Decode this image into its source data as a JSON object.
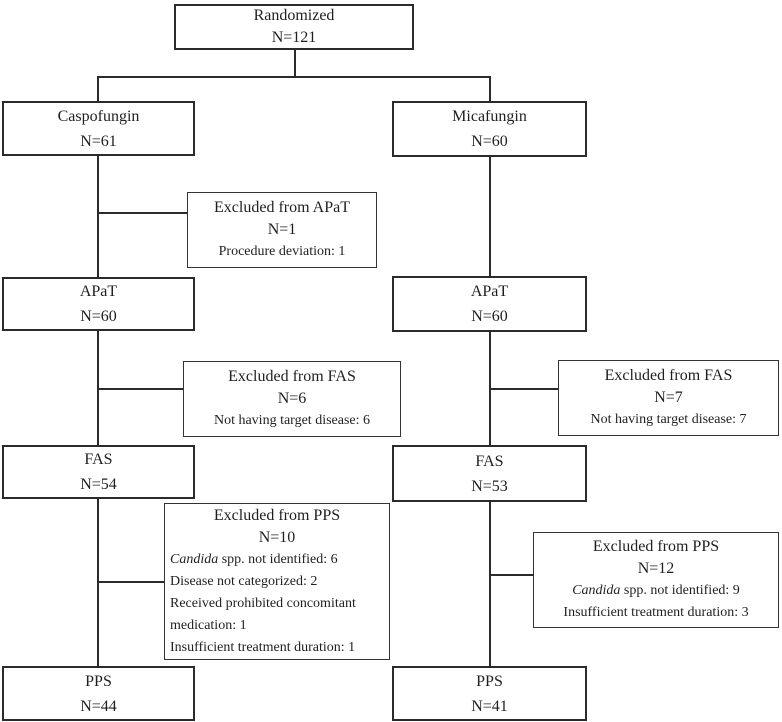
{
  "diagram_title": "Participant disposition flow (CONSORT-style)",
  "colors": {
    "background": "#ffffff",
    "line": "#2b2b2b",
    "text": "#1f1f1f"
  },
  "nodes": {
    "randomized": {
      "label": "Randomized",
      "n": "N=121"
    },
    "caspofungin": {
      "label": "Caspofungin",
      "n": "N=61"
    },
    "micafungin": {
      "label": "Micafungin",
      "n": "N=60"
    },
    "excl_apat_left": {
      "label": "Excluded from APaT",
      "n": "N=1",
      "details": [
        "Procedure deviation: 1"
      ]
    },
    "apat_left": {
      "label": "APaT",
      "n": "N=60"
    },
    "apat_right": {
      "label": "APaT",
      "n": "N=60"
    },
    "excl_fas_left": {
      "label": "Excluded from FAS",
      "n": "N=6",
      "details": [
        "Not having target disease: 6"
      ]
    },
    "excl_fas_right": {
      "label": "Excluded from FAS",
      "n": "N=7",
      "details": [
        "Not having target disease: 7"
      ]
    },
    "fas_left": {
      "label": "FAS",
      "n": "N=54"
    },
    "fas_right": {
      "label": "FAS",
      "n": "N=53"
    },
    "excl_pps_left": {
      "label": "Excluded from PPS",
      "n": "N=10",
      "candida": {
        "italic": "Candida",
        "rest": " spp. not identified: 6"
      },
      "details": [
        "Disease not categorized: 2",
        "Received prohibited concomitant medication: 1",
        "Insufficient treatment duration: 1"
      ]
    },
    "excl_pps_right": {
      "label": "Excluded from PPS",
      "n": "N=12",
      "candida": {
        "italic": "Candida",
        "rest": " spp. not identified: 9"
      },
      "details": [
        "Insufficient treatment duration: 3"
      ]
    },
    "pps_left": {
      "label": "PPS",
      "n": "N=44"
    },
    "pps_right": {
      "label": "PPS",
      "n": "N=41"
    }
  }
}
